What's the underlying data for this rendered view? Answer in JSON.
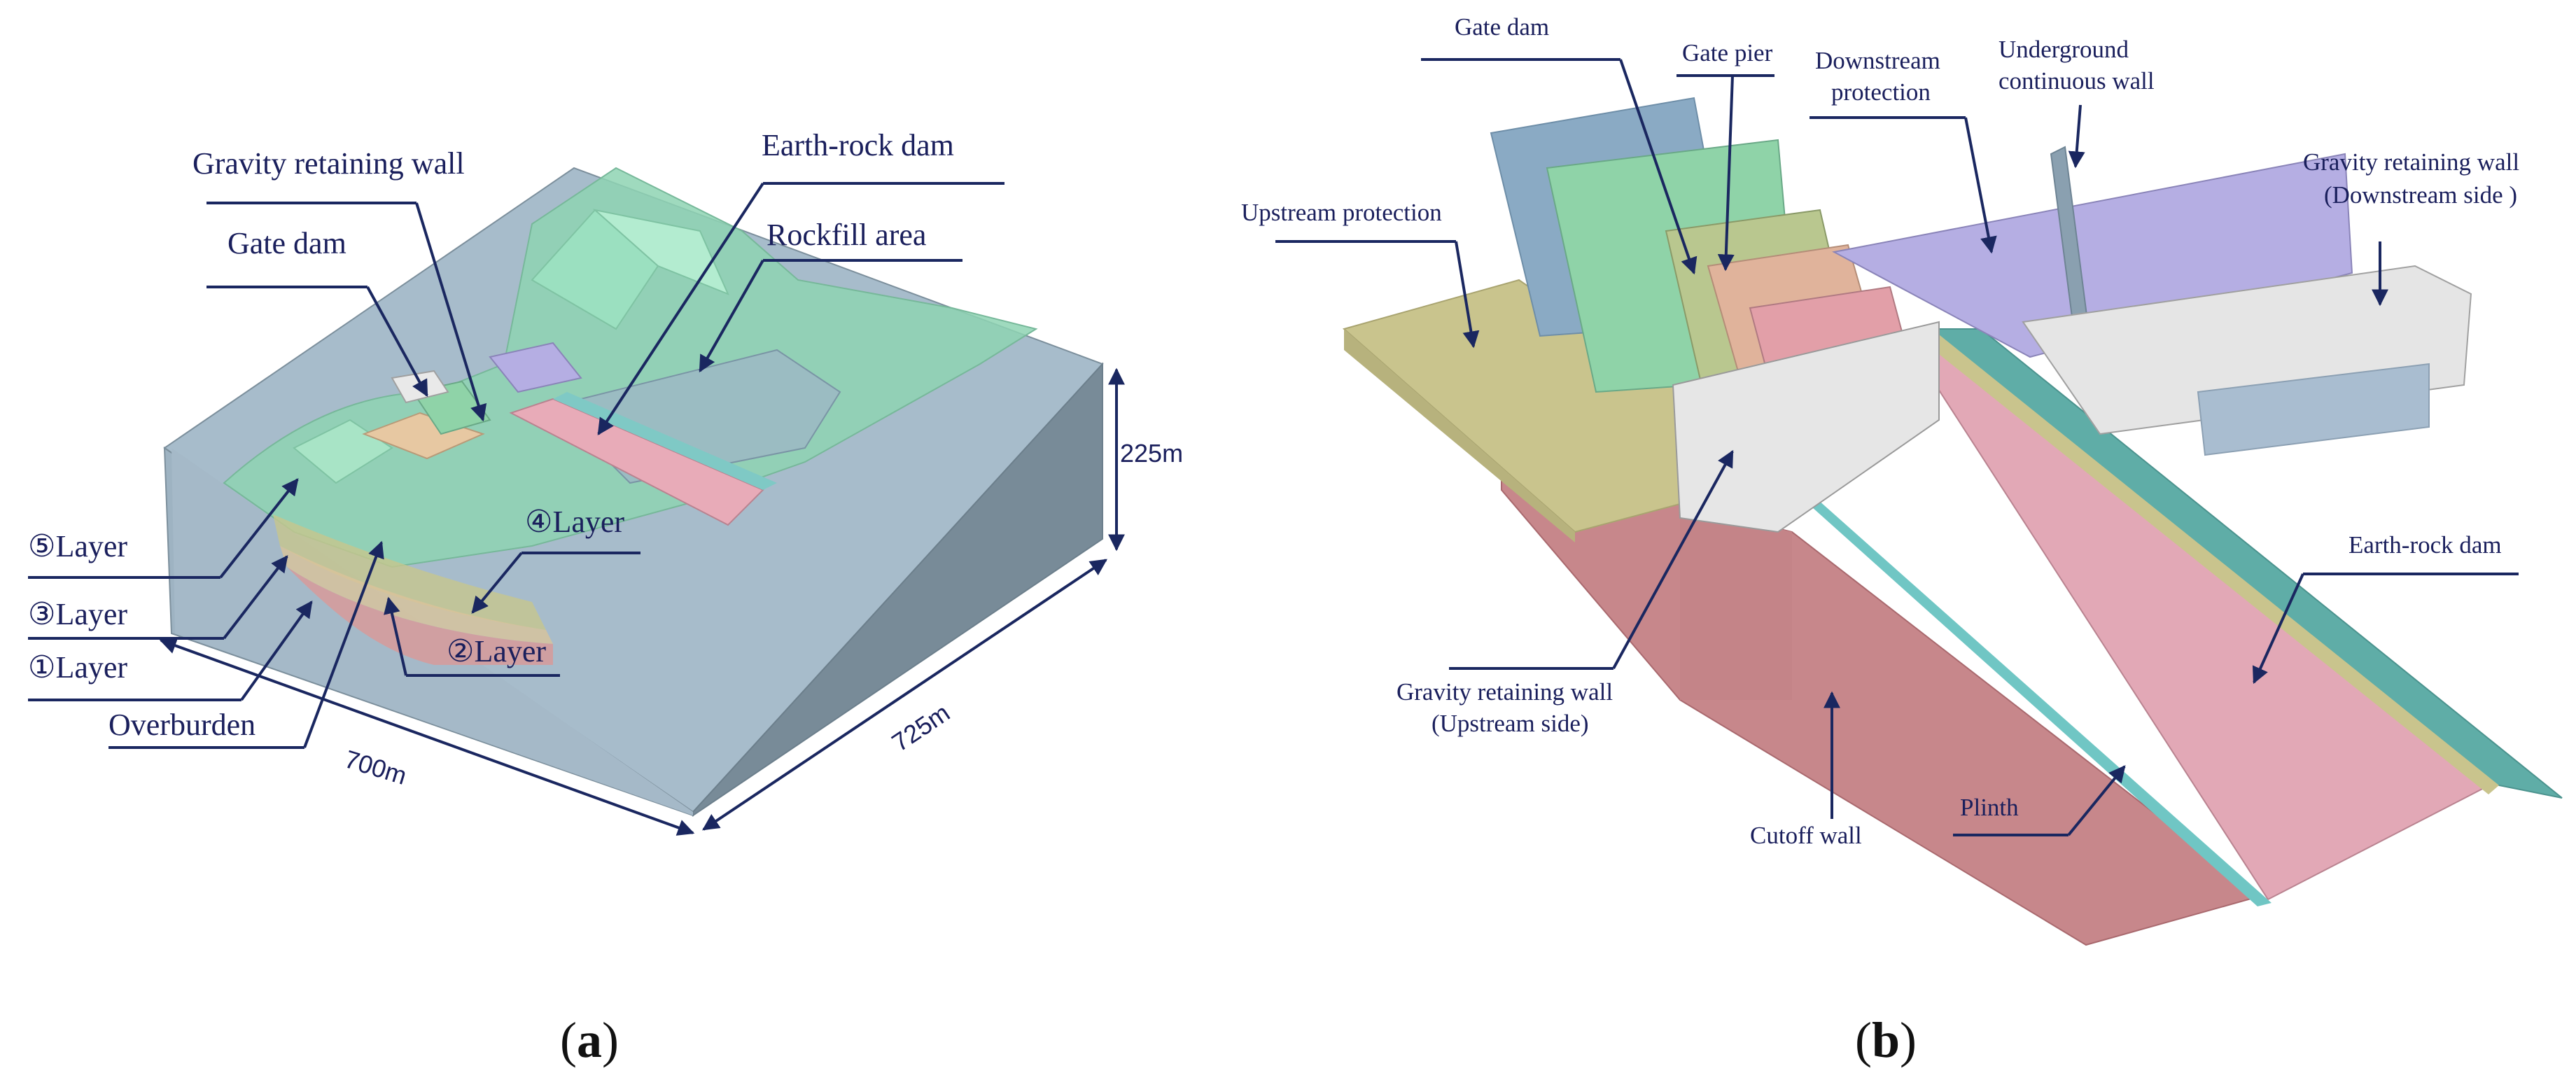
{
  "panel_a": {
    "labels": {
      "gravity_retaining_wall": "Gravity retaining wall",
      "earth_rock_dam": "Earth-rock dam",
      "gate_dam": "Gate dam",
      "rockfill_area": "Rockfill area",
      "layer5": "⑤Layer",
      "layer3": "③Layer",
      "layer1": "①Layer",
      "overburden": "Overburden",
      "layer4": "④Layer",
      "layer2": "②Layer"
    },
    "dimensions": {
      "height": "225m",
      "width": "700m",
      "depth": "725m"
    },
    "caption_prefix": "(",
    "caption_letter": "a",
    "caption_suffix": ")"
  },
  "panel_b": {
    "labels": {
      "gate_dam": "Gate dam",
      "gate_pier": "Gate pier",
      "downstream_protection_1": "Downstream",
      "downstream_protection_2": "protection",
      "underground_wall_1": "Underground",
      "underground_wall_2": "continuous wall",
      "upstream_protection": "Upstream protection",
      "gravity_downstream_1": "Gravity retaining wall",
      "gravity_downstream_2": "(Downstream side )",
      "earth_rock_dam": "Earth-rock dam",
      "gravity_upstream_1": "Gravity retaining wall",
      "gravity_upstream_2": "(Upstream side)",
      "plinth": "Plinth",
      "cutoff_wall": "Cutoff wall"
    },
    "caption_prefix": "(",
    "caption_letter": "b",
    "caption_suffix": ")"
  },
  "colors": {
    "foundation_block": "#9fb4c5",
    "foundation_side": "#7a8d99",
    "terrain": "#8fd0b0",
    "earth_rock_dam": "#e6a7b4",
    "gate_dam": "#8fd3a8",
    "plinth": "#70c6c4",
    "upstream_protection": "#c9c48d",
    "downstream_protection": "#b5aee3",
    "retaining_wall": "#e5e5e5",
    "cutoff_wall": "#c7878b",
    "leader_lines": "#1a2760"
  }
}
